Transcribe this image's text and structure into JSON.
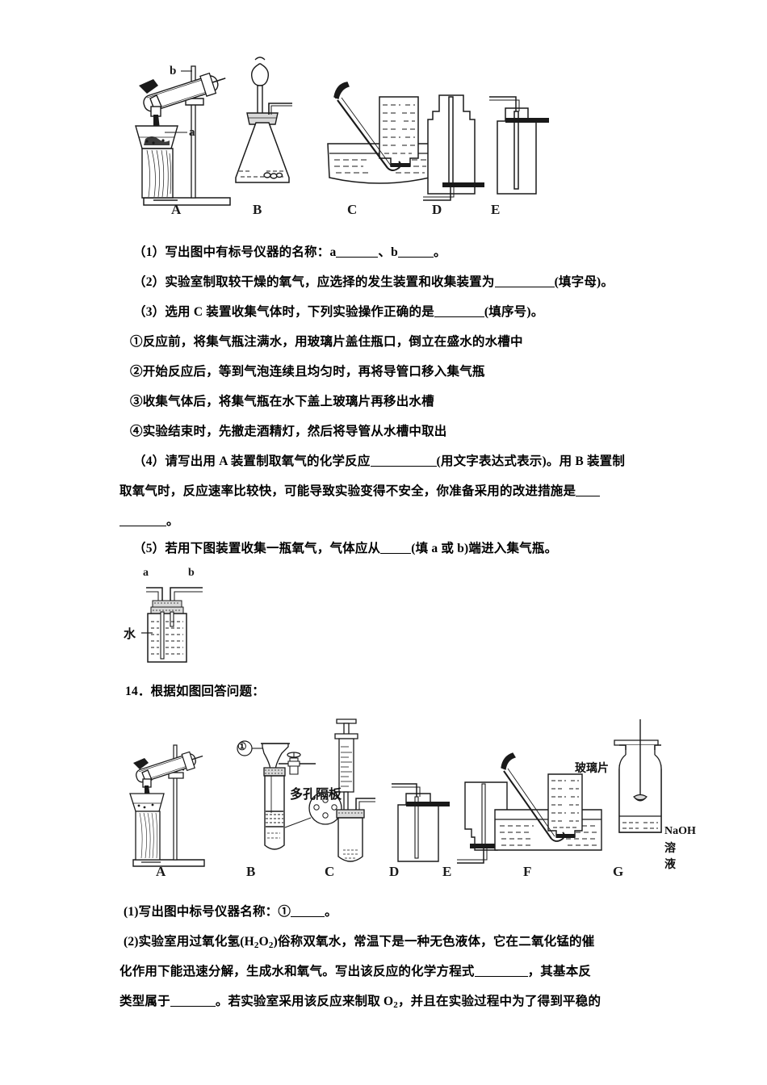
{
  "document": {
    "type": "chemistry-exam-worksheet",
    "language": "zh-CN"
  },
  "figure1": {
    "name": "oxygen-preparation-apparatus-set",
    "labels": [
      "A",
      "B",
      "C",
      "D",
      "E"
    ],
    "callouts": {
      "a": "a",
      "b": "b"
    }
  },
  "question13": {
    "items": [
      {
        "id": "q13-1",
        "text_before": "（1）写出图中有标号仪器的名称：a",
        "blank1_width": 52,
        "text_mid": "、b",
        "blank2_width": 44,
        "text_after": "。"
      },
      {
        "id": "q13-2",
        "text_before": "（2）实验室制取较干燥的氧气，应选择的发生装置和收集装置为",
        "blank1_width": 74,
        "text_after": "(填字母)。"
      },
      {
        "id": "q13-3",
        "text_before": "（3）选用 C 装置收集气体时，下列实验操作正确的是",
        "blank1_width": 62,
        "text_after": "(填序号)。"
      }
    ],
    "options": [
      "①反应前，将集气瓶注满水，用玻璃片盖住瓶口，倒立在盛水的水槽中",
      "②开始反应后，等到气泡连续且均匀时，再将导管口移入集气瓶",
      "③收集气体后，将集气瓶在水下盖上玻璃片再移出水槽",
      "④实验结束时，先撤走酒精灯，然后将导管从水槽中取出"
    ],
    "item4": {
      "line1_before": "（4）请写出用 A 装置制取氧气的化学反应",
      "line1_blank_width": 82,
      "line1_after": "(用文字表达式表示)。用 B 装置制",
      "line2_before": "取氧气时，反应速率比较快，可能导致实验变得不安全，你准备采用的改进措施是",
      "line2_blank_width": 30,
      "line3_blank_width": 58,
      "line3_after": "。"
    },
    "item5": {
      "text_before": "（5）若用下图装置收集一瓶氧气，气体应从",
      "blank_width": 38,
      "text_after": "(填 a 或 b)端进入集气瓶。"
    }
  },
  "figure2": {
    "name": "gas-washing-bottle",
    "port_a": "a",
    "port_b": "b",
    "water_label": "水"
  },
  "question14": {
    "heading": "14．根据如图回答问题：",
    "figure": {
      "name": "oxygen-preparation-apparatus-set-2",
      "labels": [
        "A",
        "B",
        "C",
        "D",
        "E",
        "F",
        "G"
      ],
      "callouts": {
        "circle1": "①",
        "porous_plate": "多孔隔板",
        "glass_plate": "玻璃片",
        "naoh": "NaOH",
        "solution": "溶液"
      }
    },
    "items": [
      {
        "id": "q14-1",
        "text_before": "(1)写出图中标号仪器名称：①",
        "blank_width": 42,
        "text_after": "。"
      }
    ],
    "item2": {
      "line1_a": "(2)实验室用过氧化氢(H",
      "line1_sub1": "2",
      "line1_b": "O",
      "line1_sub2": "2",
      "line1_c": ")俗称双氧水，常温下是一种无色液体，它在二氧化锰的催",
      "line2_before": "化作用下能迅速分解，生成水和氧气。写出该反应的化学方程式",
      "line2_blank_width": 66,
      "line2_after": "，其基本反",
      "line3_before": "类型属于",
      "line3_blank_width": 56,
      "line3_mid": "。若实验室采用该反应来制取 O",
      "line3_sub": "2",
      "line3_after": "，并且在实验过程中为了得到平稳的"
    }
  },
  "colors": {
    "ink": "#1a1a1a",
    "paper": "#ffffff",
    "grey": "#d9d9d9"
  }
}
